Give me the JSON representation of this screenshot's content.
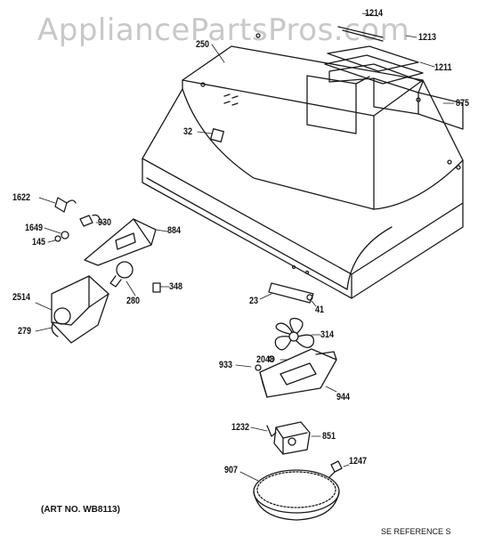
{
  "watermark": "AppliancePartsPros.com",
  "art_number": "(ART NO. WB8113)",
  "corner_text": "SE REFERENCE S",
  "colors": {
    "line": "#1a1a1a",
    "watermark": "#c8c8c8",
    "background": "#ffffff"
  },
  "callouts": {
    "c1214": "1214",
    "c1213": "1213",
    "c1211": "1211",
    "c875": "875",
    "c250": "250",
    "c32": "32",
    "c1622": "1622",
    "c1649": "1649",
    "c930": "930",
    "c145": "145",
    "c884": "884",
    "c2514": "2514",
    "c280": "280",
    "c348": "348",
    "c279": "279",
    "c23": "23",
    "c41": "41",
    "c314": "314",
    "c933": "933",
    "c2048": "2048",
    "c944": "944",
    "c1232": "1232",
    "c851": "851",
    "c1247": "1247",
    "c907": "907"
  }
}
